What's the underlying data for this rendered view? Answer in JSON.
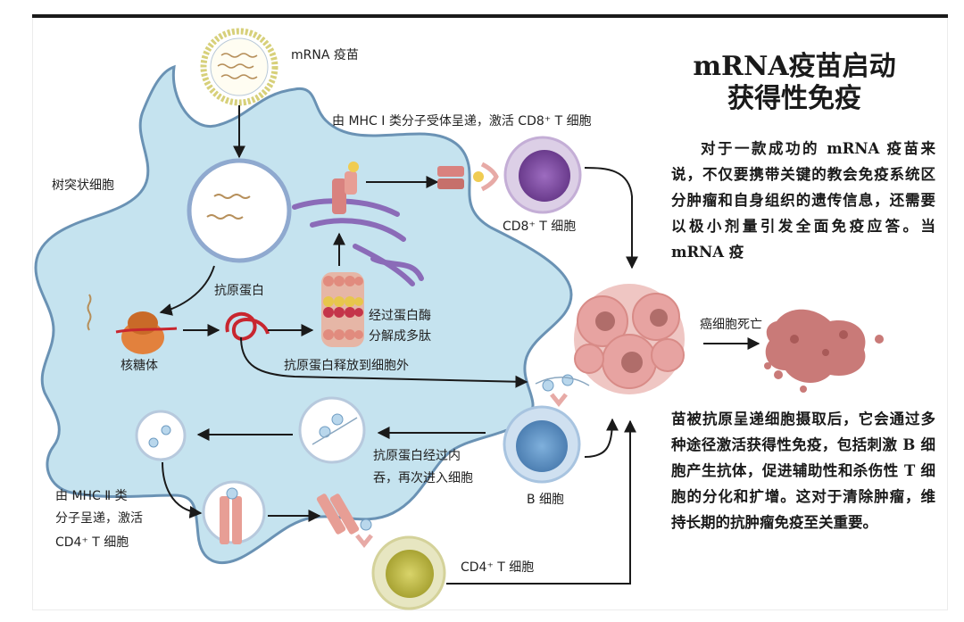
{
  "title_line1": "mRNA疫苗启动",
  "title_line2": "获得性免疫",
  "paragraph1": "对于一款成功的 mRNA 疫苗来说，不仅要携带关键的教会免疫系统区分肿瘤和自身组织的遗传信息，还需要以极小剂量引发全面免疫应答。当 mRNA 疫",
  "paragraph2": "苗被抗原呈递细胞摄取后，它会通过多种途径激活获得性免疫，包括刺激 B 细胞产生抗体，促进辅助性和杀伤性 T 细胞的分化和扩增。这对于清除肿瘤，维持长期的抗肿瘤免疫至关重要。",
  "labels": {
    "vaccine": "mRNA 疫苗",
    "dendritic_cell": "树突状细胞",
    "mhc1_line": "由 MHC I 类分子受体呈递，激活 CD8⁺ T 细胞",
    "cd8": "CD8⁺ T 细胞",
    "antigen_protein": "抗原蛋白",
    "ribosome": "核糖体",
    "proteasome_1": "经过蛋白酶",
    "proteasome_2": "分解成多肽",
    "antigen_release": "抗原蛋白释放到细胞外",
    "cancer_death": "癌细胞死亡",
    "endocytosis_1": "抗原蛋白经过内",
    "endocytosis_2": "吞，再次进入细胞",
    "b_cell": "B 细胞",
    "mhc2_1": "由 MHC Ⅱ 类",
    "mhc2_2": "分子呈递，激活",
    "mhc2_3": "CD4⁺ T 细胞",
    "cd4": "CD4⁺ T 细胞"
  },
  "colors": {
    "dendritic_fill": "#c5e3ef",
    "dendritic_stroke": "#6a92b4",
    "cd8_nucleus": "#7a4a9a",
    "b_nucleus": "#5a8ec0",
    "cd4_nucleus": "#b8b33e",
    "tumor": "#e7a3a1",
    "receptor": "#d9827f"
  }
}
